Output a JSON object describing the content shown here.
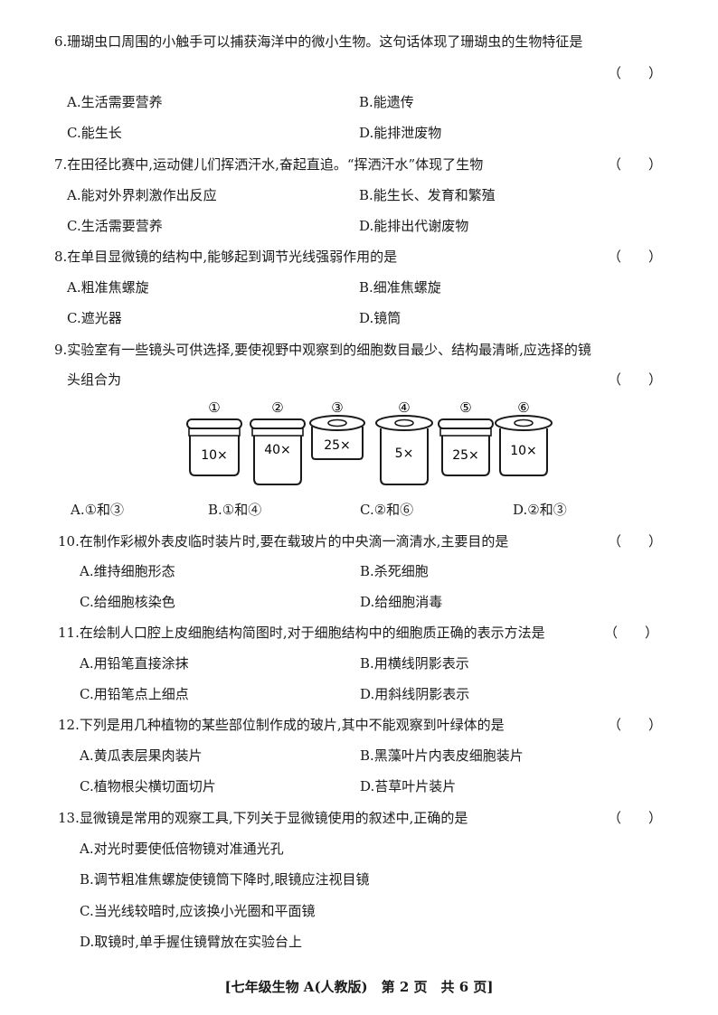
{
  "questions": [
    {
      "stem": "6.珊瑚虫口周围的小触手可以捕获海洋中的微小生物。这句话体现了珊瑚虫的生物特征是",
      "bracket": "（　　）",
      "options": {
        "A": "A.生活需要营养",
        "B": "B.能遗传",
        "C": "C.能生长",
        "D": "D.能排泄废物"
      }
    },
    {
      "stem": "7.在田径比赛中,运动健儿们挥洒汗水,奋起直追。“挥洒汗水”体现了生物",
      "bracket": "（　　）",
      "options": {
        "A": "A.能对外界刺激作出反应",
        "B": "B.能生长、发育和繁殖",
        "C": "C.生活需要营养",
        "D": "D.能排出代谢废物"
      }
    },
    {
      "stem": "8.在单目显微镜的结构中,能够起到调节光线强弱作用的是",
      "bracket": "（　　）",
      "options": {
        "A": "A.粗准焦螺旋",
        "B": "B.细准焦螺旋",
        "C": "C.遮光器",
        "D": "D.镜筒"
      }
    },
    {
      "stem": "9.实验室有一些镜头可供选择,要使视野中观察到的细胞数目最少、结构最清晰,应选择的镜",
      "stem2": "头组合为",
      "bracket": "（　　）",
      "options": {
        "A": "A.①和③",
        "B": "B.①和④",
        "C": "C.②和⑥",
        "D": "D.②和③"
      }
    },
    {
      "stem": "10.在制作彩椒外表皮临时装片时,要在载玻片的中央滴一滴清水,主要目的是",
      "bracket": "（　　）",
      "options": {
        "A": "A.维持细胞形态",
        "B": "B.杀死细胞",
        "C": "C.给细胞核染色",
        "D": "D.给细胞消毒"
      }
    },
    {
      "stem": "11.在绘制人口腔上皮细胞结构简图时,对于细胞结构中的细胞质正确的表示方法是",
      "bracket": "（　　）",
      "options": {
        "A": "A.用铅笔直接涂抹",
        "B": "B.用横线阴影表示",
        "C": "C.用铅笔点上细点",
        "D": "D.用斜线阴影表示"
      }
    },
    {
      "stem": "12.下列是用几种植物的某些部位制作成的玻片,其中不能观察到叶绿体的是",
      "bracket": "（　　）",
      "options": {
        "A": "A.黄瓜表层果肉装片",
        "B": "B.黑藻叶片内表皮细胞装片",
        "C": "C.植物根尖横切面切片",
        "D": "D.苔草叶片装片"
      }
    },
    {
      "stem": "13.显微镜是常用的观察工具,下列关于显微镜使用的叙述中,正确的是",
      "bracket": "（　　）",
      "options": {
        "A": "A.对光时要使低倍物镜对准通光孔",
        "B": "B.调节粗准焦螺旋使镜筒下降时,眼镜应注视目镜",
        "C": "C.当光线较暗时,应该换小光圈和平面镜",
        "D": "D.取镜时,单手握住镜臂放在实验台上"
      }
    }
  ],
  "lenses": [
    {
      "num": "①",
      "mag": "10×"
    },
    {
      "num": "②",
      "mag": "40×"
    },
    {
      "num": "③",
      "mag": "25×"
    },
    {
      "num": "④",
      "mag": "5×"
    },
    {
      "num": "⑤",
      "mag": "25×"
    },
    {
      "num": "⑥",
      "mag": "10×"
    }
  ],
  "footer": "[七年级生物 A(人教版)　第 2 页　共 6 页]"
}
